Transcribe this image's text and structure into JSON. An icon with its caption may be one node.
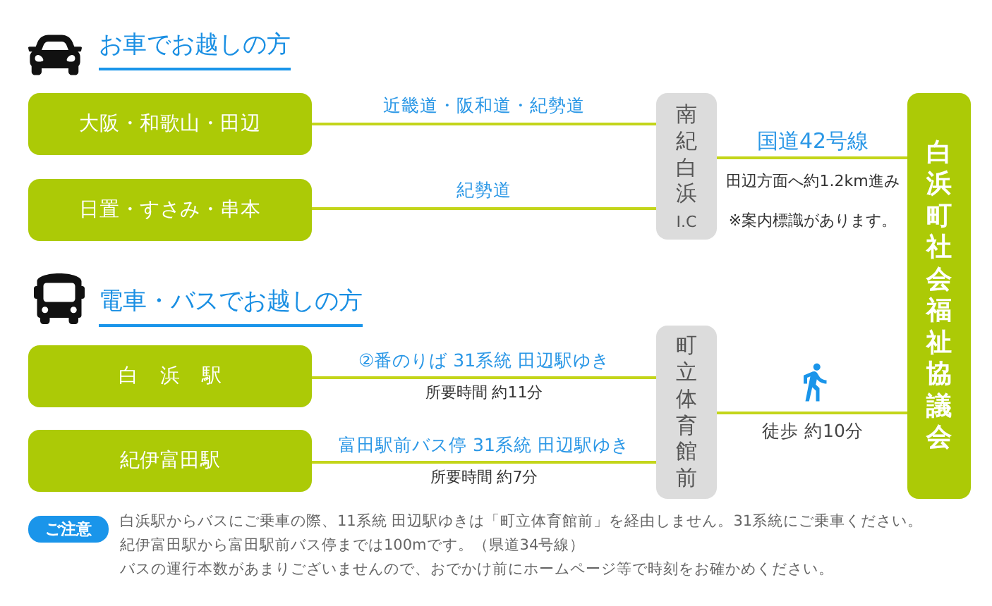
{
  "diagram": {
    "nodes": [
      {
        "text": [
          "大阪・和歌山・田辺"
        ]
      },
      {
        "text": [
          "日置・すさみ・串本"
        ]
      },
      {
        "text": [
          "南紀白浜",
          "I.C"
        ]
      },
      {
        "text": [
          "白浜町社会福祉協議会"
        ]
      },
      {
        "text": [
          "白浜駅"
        ]
      },
      {
        "text": [
          "紀伊富田駅"
        ]
      },
      {
        "text": [
          "町立体育館前"
        ]
      }
    ],
    "edges": [
      {
        "from": 0,
        "to": 2,
        "arrow": "none",
        "label": "近畿道・阪和道・紀勢道"
      },
      {
        "from": 1,
        "to": 2,
        "arrow": "none",
        "label": "紀勢道"
      },
      {
        "from": 2,
        "to": 3,
        "arrow": "none",
        "label": "国道42号線"
      },
      {
        "from": 4,
        "to": 6,
        "arrow": "none",
        "label": "②番のりば 31系統 田辺駅ゆき"
      },
      {
        "from": 5,
        "to": 6,
        "arrow": "none",
        "label": "富田駅前バス停 31系統 田辺駅ゆき"
      },
      {
        "from": 6,
        "to": 3,
        "arrow": "none",
        "label": "徒歩 約10分"
      }
    ],
    "labels": [
      "お車でお越しの方",
      "田辺方面へ約1.2km進み",
      "※案内標識があります。",
      "電車・バスでお越しの方",
      "所要時間 約11分",
      "所要時間 約7分",
      "ご注意",
      "白浜駅からバスにご乗車の際、11系統 田辺駅ゆきは「町立体育館前」を経由しません。31系統にご乗車ください。",
      "紀伊富田駅から富田駅前バス停までは100mです。（県道34号線）",
      "バスの運行本数があまりございませんので、おでかけ前にホームページ等で時刻をお確かめください。"
    ]
  }
}
